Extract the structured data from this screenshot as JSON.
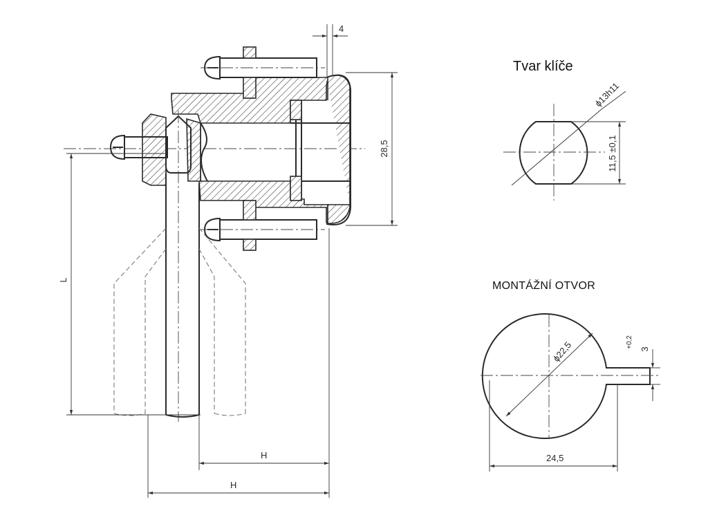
{
  "titles": {
    "key_shape": "Tvar klíče",
    "mounting_hole": "MONTÁŽNÍ OTVOR"
  },
  "dimensions": {
    "d4": "4",
    "d28_5": "28,5",
    "L": "L",
    "H_inner": "H",
    "H_outer": "H",
    "key_diameter": "ϕ13h11",
    "key_flat": "11,5 ±0,1",
    "hole_diameter": "ϕ22,5",
    "hole_width": "24,5",
    "slot_width": "3",
    "slot_tol": "+0,2"
  },
  "colors": {
    "ink": "#2a2a2a",
    "hidden": "#7a7a7a",
    "background": "#ffffff"
  }
}
